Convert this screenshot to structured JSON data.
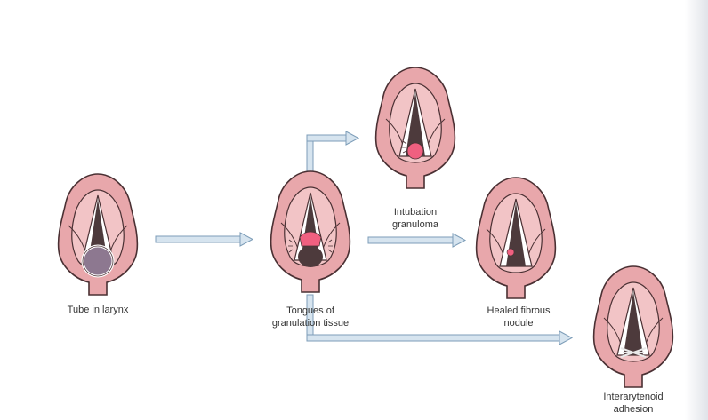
{
  "colors": {
    "tissue_outer": "#e8a7ab",
    "tissue_inner": "#f2c4c6",
    "outline": "#4a3033",
    "airway": "#4d3a3c",
    "cords": "#ffffff",
    "arrow_fill": "#d6e4ef",
    "arrow_stroke": "#7d9db8",
    "granuloma": "#f06080",
    "tube_fill": "#8d7890"
  },
  "labels": {
    "tube": "Tube in larynx",
    "tongues_line1": "Tongues of",
    "tongues_line2": "granulation tissue",
    "intubation_line1": "Intubation",
    "intubation_line2": "granuloma",
    "healed_line1": "Healed fibrous",
    "healed_line2": "nodule",
    "adhesion_line1": "Interarytenoid",
    "adhesion_line2": "adhesion"
  }
}
